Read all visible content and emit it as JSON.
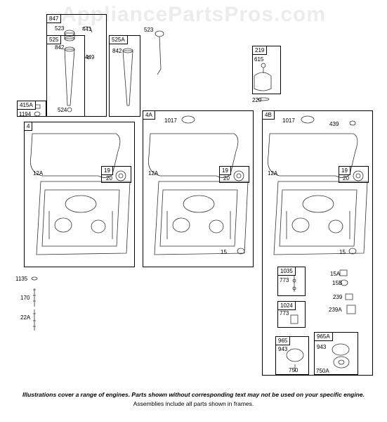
{
  "watermark": "AppliancePartsPros.com",
  "frames": {
    "f847": "847",
    "f525": "525",
    "f525A": "525A",
    "f415A": "415A",
    "f219": "219",
    "f4": "4",
    "f4A": "4A",
    "f4B": "4B",
    "f19a": "19",
    "f19b": "19",
    "f19c": "19",
    "f1035": "1035",
    "f1024": "1024",
    "f965": "965",
    "f965A": "965A"
  },
  "parts": {
    "p523a": "523",
    "p441": "441",
    "p842a": "842",
    "p449": "449",
    "p524": "524",
    "p523b": "523",
    "p842b": "842",
    "p1194": "1194",
    "p615": "615",
    "p220": "220",
    "p12Aa": "12A",
    "p20a": "20",
    "p1017a": "1017",
    "p12Ab": "12A",
    "p20b": "20",
    "p15a": "15",
    "p1017b": "1017",
    "p439": "439",
    "p12Ac": "12A",
    "p20c": "20",
    "p15b": "15",
    "p1135": "1135",
    "p170": "170",
    "p22A": "22A",
    "p773a": "773",
    "p773b": "773",
    "p943a": "943",
    "p750": "750",
    "p943b": "943",
    "p750A": "750A",
    "p15A": "15A",
    "p15B": "15B",
    "p239": "239",
    "p239A": "239A"
  },
  "footer": {
    "line1": "Illustrations cover a range of engines. Parts shown without corresponding text may not be used on your specific engine.",
    "line2": "Assemblies include all parts shown in frames."
  }
}
